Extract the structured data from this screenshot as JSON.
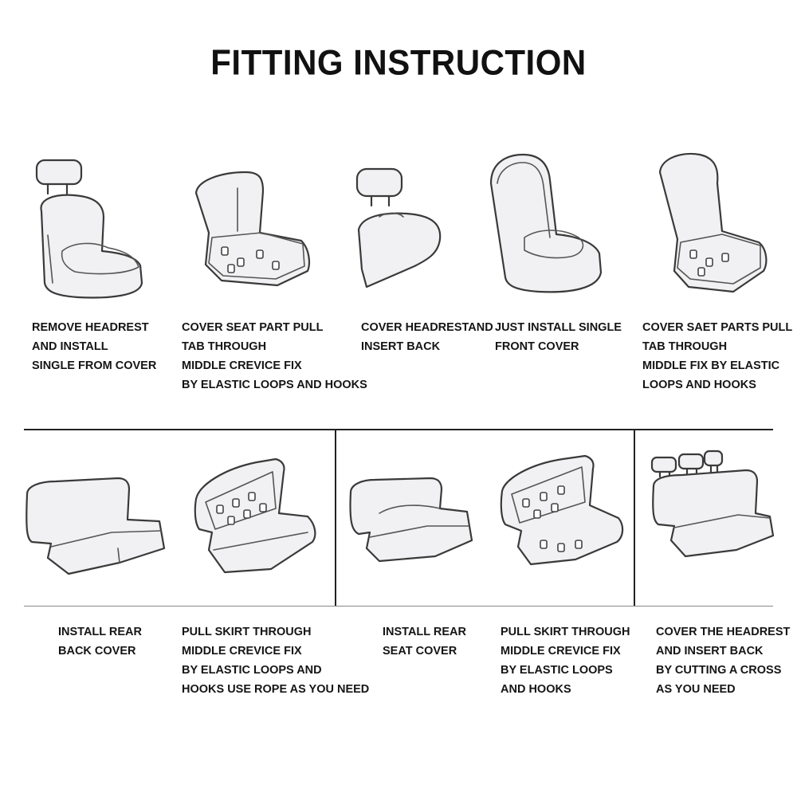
{
  "title": "FITTING INSTRUCTION",
  "steps_top": [
    {
      "lines": [
        "REMOVE HEADREST",
        "AND INSTALL",
        "SINGLE FROM COVER"
      ]
    },
    {
      "lines": [
        "COVER SEAT PART PULL",
        "TAB THROUGH",
        "MIDDLE CREVICE FIX",
        "BY ELASTIC LOOPS AND HOOKS"
      ]
    },
    {
      "lines": [
        "COVER HEADRESTAND",
        "INSERT BACK"
      ]
    },
    {
      "lines": [
        "JUST INSTALL SINGLE",
        "FRONT COVER"
      ]
    },
    {
      "lines": [
        "COVER SAET PARTS PULL",
        "TAB THROUGH",
        "MIDDLE FIX BY ELASTIC",
        "LOOPS AND HOOKS"
      ]
    }
  ],
  "steps_bottom": [
    {
      "lines": [
        "INSTALL REAR",
        "BACK COVER"
      ]
    },
    {
      "lines": [
        "PULL SKIRT THROUGH",
        "MIDDLE CREVICE FIX",
        "BY ELASTIC LOOPS AND",
        "HOOKS USE ROPE AS YOU NEED"
      ]
    },
    {
      "lines": [
        "INSTALL REAR",
        "SEAT COVER"
      ]
    },
    {
      "lines": [
        "PULL SKIRT THROUGH",
        "MIDDLE CREVICE FIX",
        "BY ELASTIC LOOPS",
        "AND HOOKS"
      ]
    },
    {
      "lines": [
        "COVER THE HEADREST",
        "AND INSERT BACK",
        "BY CUTTING A CROSS",
        "AS YOU NEED"
      ]
    }
  ]
}
